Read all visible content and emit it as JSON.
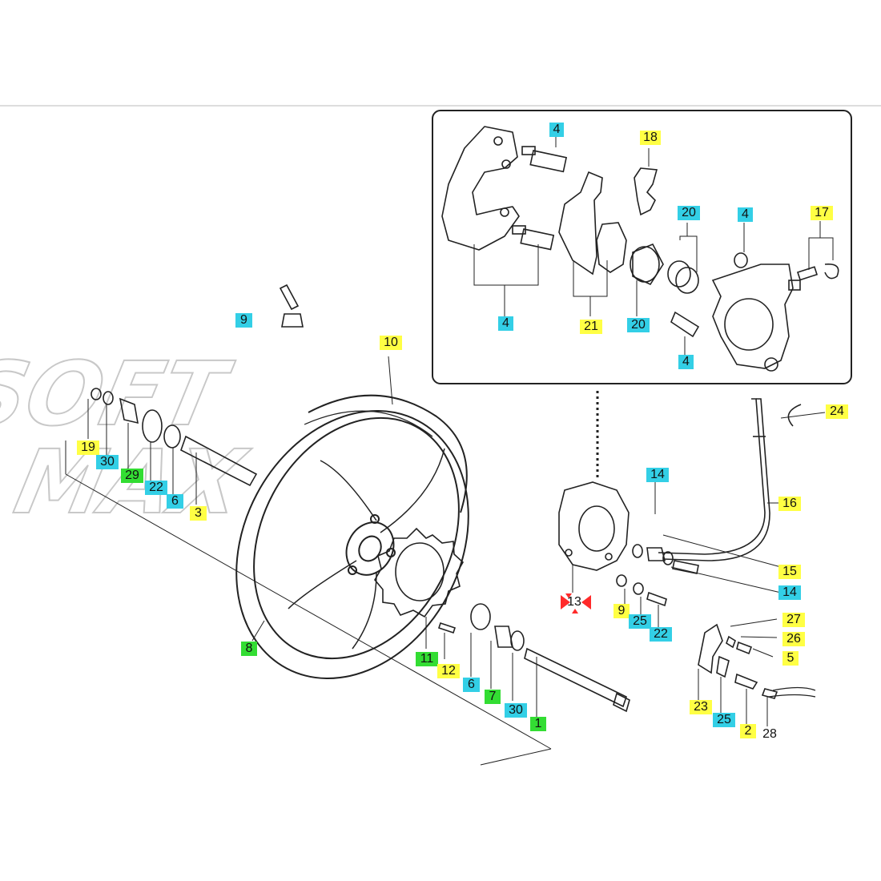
{
  "watermark": {
    "line1": "SOFT",
    "line2": "MAX"
  },
  "labels": [
    {
      "id": "l4a",
      "text": "4",
      "color": "cyan"
    },
    {
      "id": "l18",
      "text": "18",
      "color": "yellow"
    },
    {
      "id": "l20a",
      "text": "20",
      "color": "cyan"
    },
    {
      "id": "l4b",
      "text": "4",
      "color": "cyan"
    },
    {
      "id": "l17",
      "text": "17",
      "color": "yellow"
    },
    {
      "id": "l4c",
      "text": "4",
      "color": "cyan"
    },
    {
      "id": "l21",
      "text": "21",
      "color": "yellow"
    },
    {
      "id": "l20b",
      "text": "20",
      "color": "cyan"
    },
    {
      "id": "l4d",
      "text": "4",
      "color": "cyan"
    },
    {
      "id": "l9a",
      "text": "9",
      "color": "cyan"
    },
    {
      "id": "l10",
      "text": "10",
      "color": "yellow"
    },
    {
      "id": "l24",
      "text": "24",
      "color": "yellow"
    },
    {
      "id": "l19",
      "text": "19",
      "color": "yellow"
    },
    {
      "id": "l30a",
      "text": "30",
      "color": "cyan"
    },
    {
      "id": "l29",
      "text": "29",
      "color": "green"
    },
    {
      "id": "l22a",
      "text": "22",
      "color": "cyan"
    },
    {
      "id": "l6a",
      "text": "6",
      "color": "cyan"
    },
    {
      "id": "l3",
      "text": "3",
      "color": "yellow"
    },
    {
      "id": "l14a",
      "text": "14",
      "color": "cyan"
    },
    {
      "id": "l16",
      "text": "16",
      "color": "yellow"
    },
    {
      "id": "l15",
      "text": "15",
      "color": "yellow"
    },
    {
      "id": "l14b",
      "text": "14",
      "color": "cyan"
    },
    {
      "id": "l13",
      "text": "13",
      "color": "yellow"
    },
    {
      "id": "l9b",
      "text": "9",
      "color": "yellow"
    },
    {
      "id": "l25a",
      "text": "25",
      "color": "cyan"
    },
    {
      "id": "l22b",
      "text": "22",
      "color": "cyan"
    },
    {
      "id": "l27",
      "text": "27",
      "color": "yellow"
    },
    {
      "id": "l26",
      "text": "26",
      "color": "yellow"
    },
    {
      "id": "l5",
      "text": "5",
      "color": "yellow"
    },
    {
      "id": "l8",
      "text": "8",
      "color": "green"
    },
    {
      "id": "l11",
      "text": "11",
      "color": "green"
    },
    {
      "id": "l12",
      "text": "12",
      "color": "yellow"
    },
    {
      "id": "l6b",
      "text": "6",
      "color": "cyan"
    },
    {
      "id": "l7",
      "text": "7",
      "color": "green"
    },
    {
      "id": "l30b",
      "text": "30",
      "color": "cyan"
    },
    {
      "id": "l1",
      "text": "1",
      "color": "green"
    },
    {
      "id": "l23",
      "text": "23",
      "color": "yellow"
    },
    {
      "id": "l25b",
      "text": "25",
      "color": "cyan"
    },
    {
      "id": "l2",
      "text": "2",
      "color": "yellow"
    },
    {
      "id": "l28",
      "text": "28",
      "color": "cyan"
    }
  ],
  "colors": {
    "yellow": "#ffff44",
    "cyan": "#33cfe6",
    "green": "#33dd33",
    "highlight_arrows": "#ff2a2a",
    "line": "#222222"
  }
}
